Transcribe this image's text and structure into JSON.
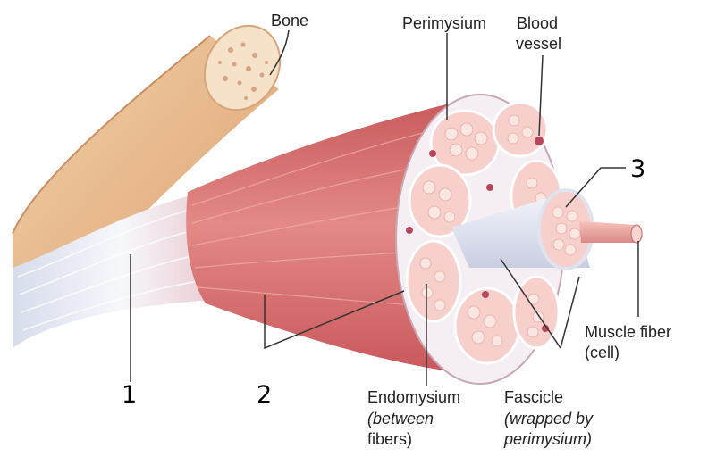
{
  "labels": {
    "bone": "Bone",
    "perimysium": "Perimysium",
    "blood_vessel": [
      "Blood",
      "vessel"
    ],
    "muscle_fiber": [
      "Muscle fiber",
      "(cell)"
    ],
    "endomysium": [
      "Endomysium",
      "(between",
      "fibers)"
    ],
    "fascicle": [
      "Fascicle",
      "(wrapped by",
      "perimysium)"
    ]
  },
  "numbers": [
    "1",
    "2",
    "3"
  ],
  "colors": {
    "bone_outer": "#e7b98d",
    "bone_inner": "#f4dcc0",
    "muscle": "#d96d70",
    "muscle_light": "#f1b9b4",
    "tendon": "#eef1f8",
    "fascicle_fill": "#f7cfc9",
    "cell": "#f9e3dd",
    "connective": "#f4f0f4",
    "vessel": "#b5485a"
  }
}
